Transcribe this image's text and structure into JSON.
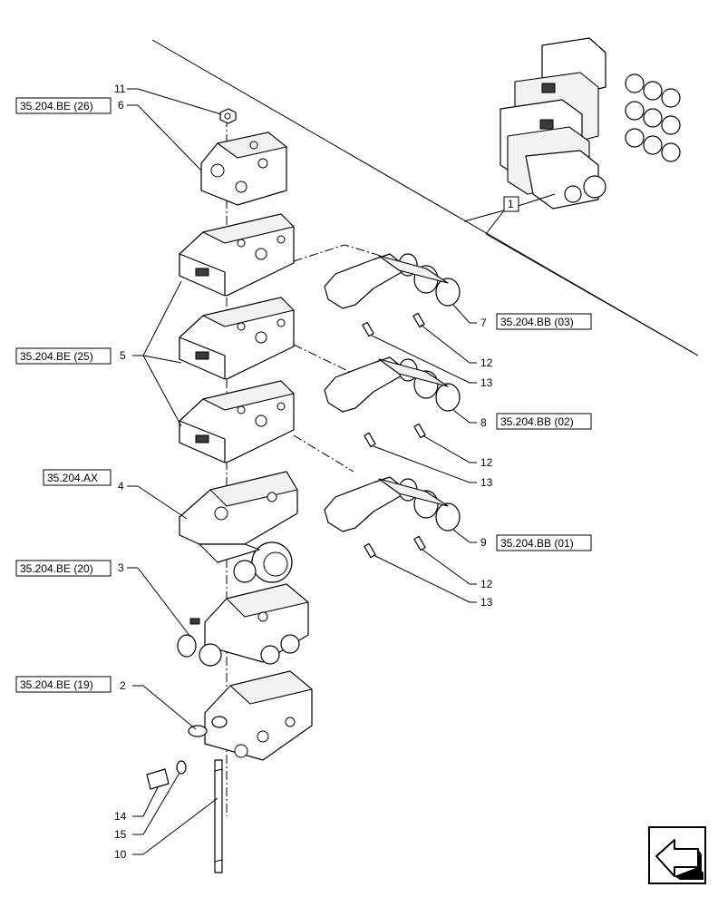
{
  "callouts": {
    "c1": "1",
    "c2": "2",
    "c3": "3",
    "c4": "4",
    "c5": "5",
    "c6": "6",
    "c7": "7",
    "c8": "8",
    "c9": "9",
    "c10": "10",
    "c11": "11",
    "c12a": "12",
    "c12b": "12",
    "c12c": "12",
    "c13a": "13",
    "c13b": "13",
    "c13c": "13",
    "c14": "14",
    "c15": "15"
  },
  "refs": {
    "be26": "35.204.BE (26)",
    "be25": "35.204.BE (25)",
    "ax": "35.204.AX",
    "be20": "35.204.BE (20)",
    "be19": "35.204.BE (19)",
    "bb03": "35.204.BB (03)",
    "bb02": "35.204.BB (02)",
    "bb01": "35.204.BB (01)"
  },
  "icons": [
    "navigation-arrow-icon"
  ]
}
